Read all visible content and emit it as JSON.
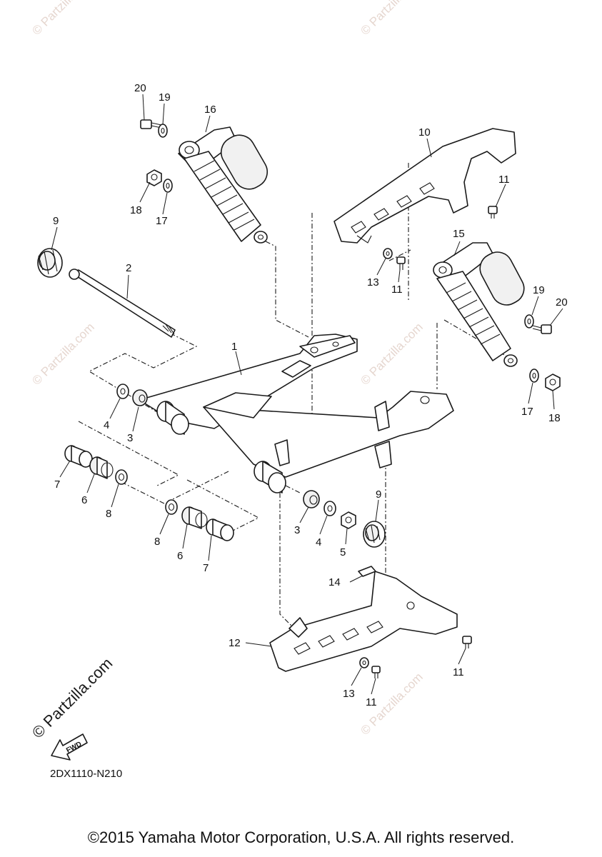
{
  "callouts": {
    "c1": "1",
    "c2": "2",
    "c3a": "3",
    "c3b": "3",
    "c4a": "4",
    "c4b": "4",
    "c5": "5",
    "c6a": "6",
    "c6b": "6",
    "c7a": "7",
    "c7b": "7",
    "c8a": "8",
    "c8b": "8",
    "c9a": "9",
    "c9b": "9",
    "c10": "10",
    "c11a": "11",
    "c11b": "11",
    "c11c": "11",
    "c11d": "11",
    "c12": "12",
    "c13a": "13",
    "c13b": "13",
    "c14": "14",
    "c15": "15",
    "c16": "16",
    "c17a": "17",
    "c17b": "17",
    "c18a": "18",
    "c18b": "18",
    "c19a": "19",
    "c19b": "19",
    "c20a": "20",
    "c20b": "20"
  },
  "watermark": "© Partzilla.com",
  "brand_mark": "© Partzilla.com",
  "fwd_label": "FWD",
  "diagram_code": "2DX1110-N210",
  "copyright": "©2015 Yamaha Motor Corporation, U.S.A. All rights reserved."
}
